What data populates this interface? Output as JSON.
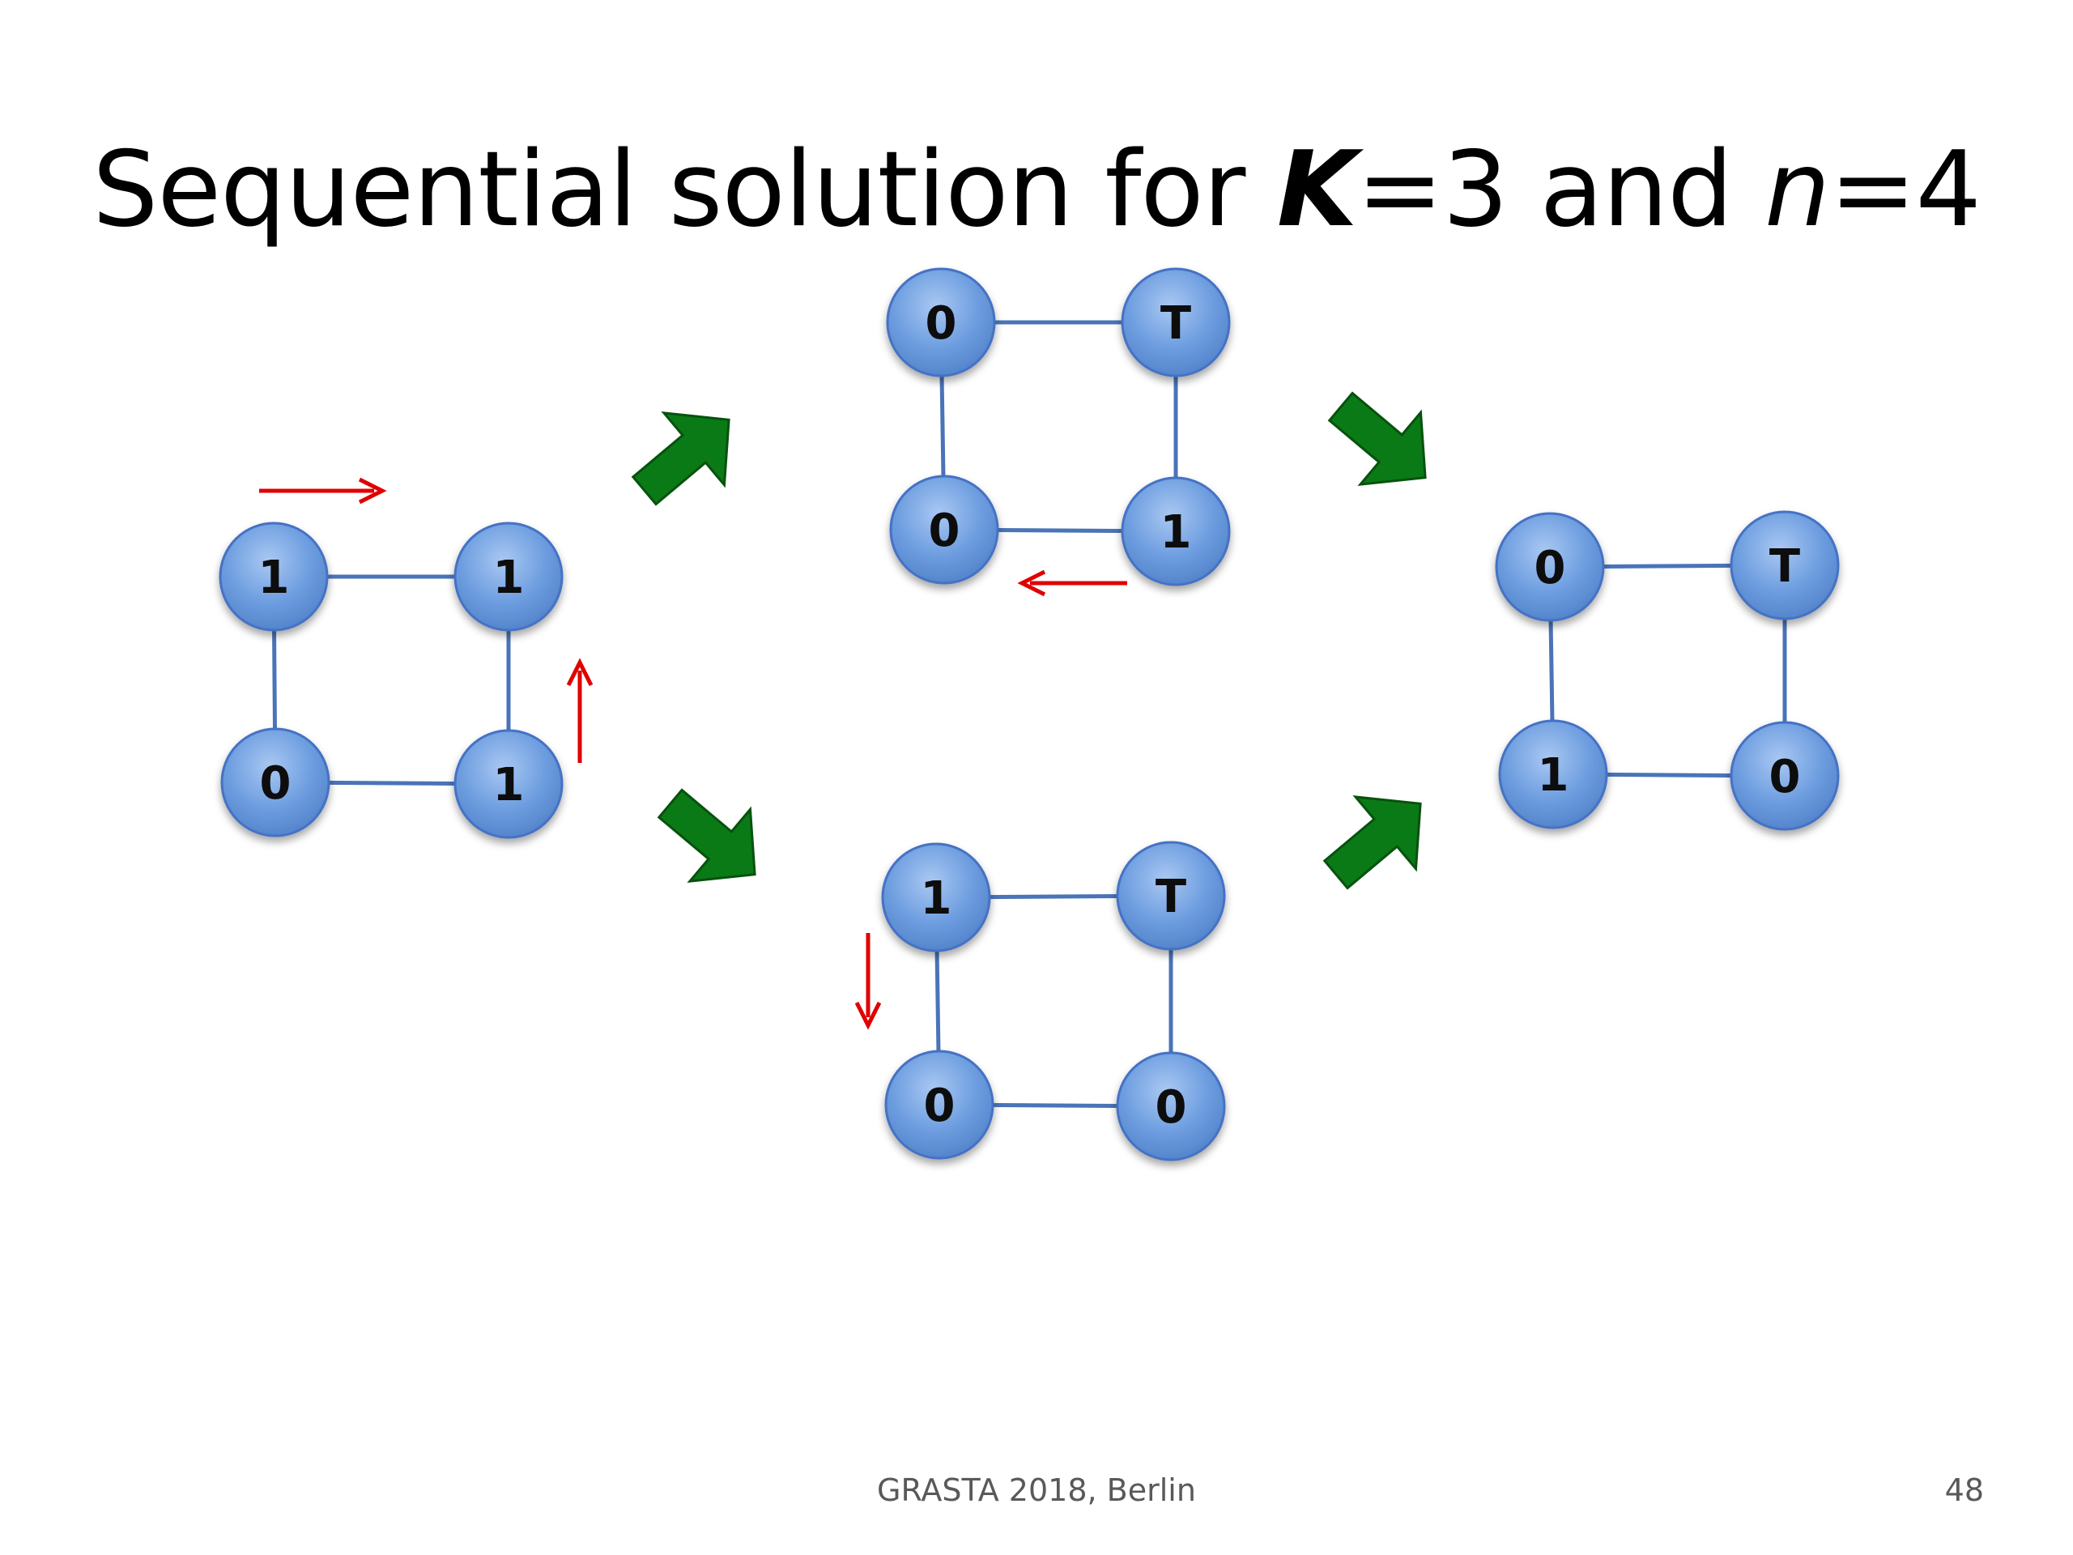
{
  "slide": {
    "title": {
      "prefix": "Sequential solution for ",
      "k": "K",
      "k_value": "=3 and ",
      "n": "n",
      "n_value": "=4"
    },
    "footer": {
      "venue": "GRASTA 2018, Berlin",
      "page_number": "48"
    }
  },
  "colors": {
    "node_fill": "#6e9ee0",
    "node_stroke": "#4472c4",
    "edge": "#4a74b8",
    "transition_arrow": "#0a7a16",
    "token_move_arrow": "#e00000",
    "text": "#000000"
  },
  "rings": [
    {
      "name": "initial",
      "nodes": {
        "top_left": "1",
        "top_right": "1",
        "bottom_left": "0",
        "bottom_right": "1"
      }
    },
    {
      "name": "upper-branch",
      "nodes": {
        "top_left": "0",
        "top_right": "T",
        "bottom_left": "0",
        "bottom_right": "1"
      }
    },
    {
      "name": "lower-branch",
      "nodes": {
        "top_left": "1",
        "top_right": "T",
        "bottom_left": "0",
        "bottom_right": "0"
      }
    },
    {
      "name": "final",
      "nodes": {
        "top_left": "0",
        "top_right": "T",
        "bottom_left": "1",
        "bottom_right": "0"
      }
    }
  ]
}
